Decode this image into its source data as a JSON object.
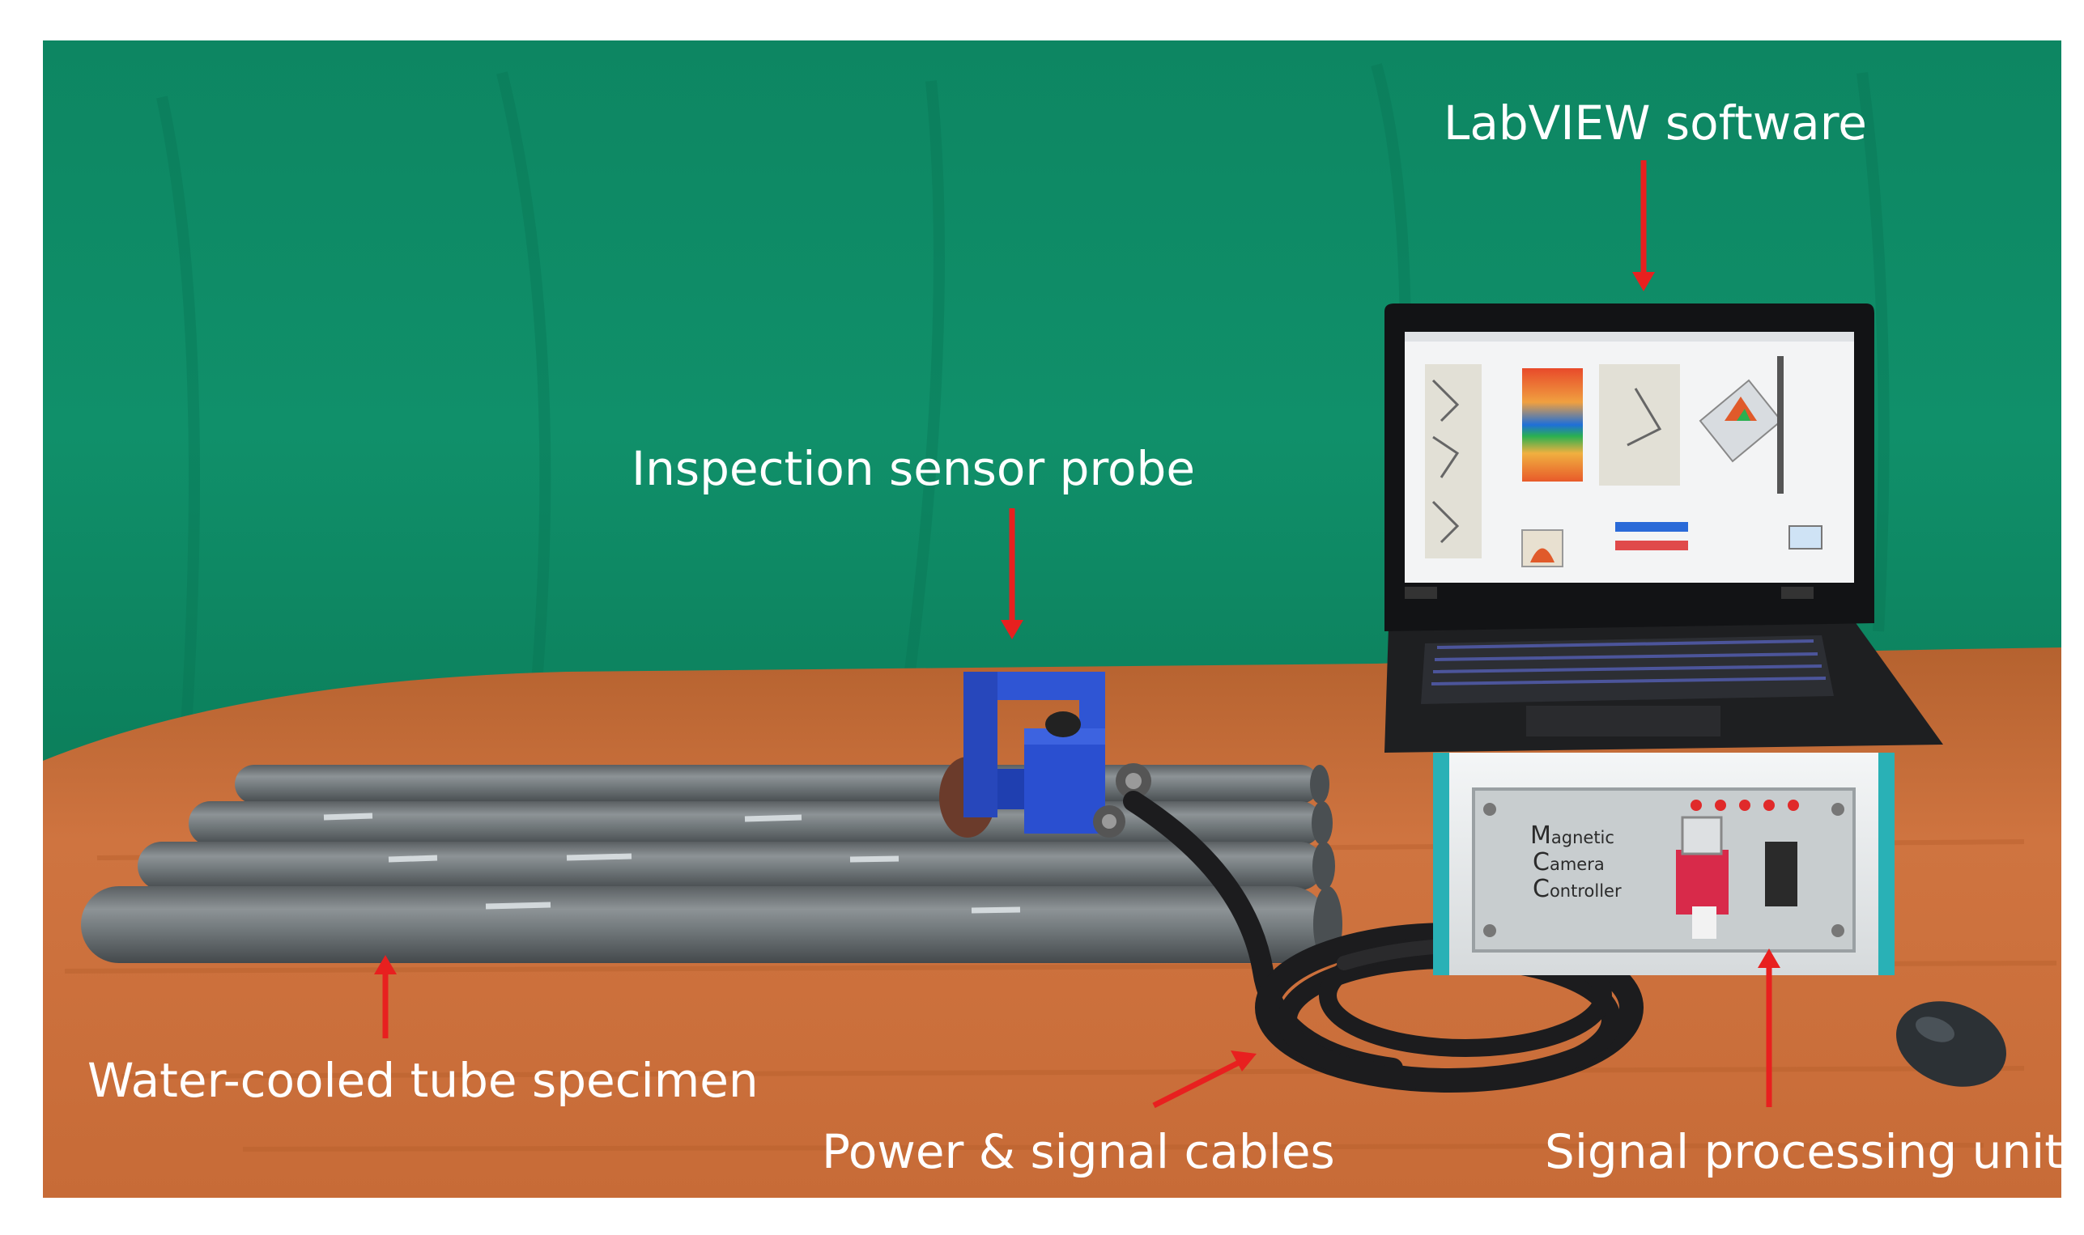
{
  "labels": {
    "labview": "LabVIEW software",
    "probe": "Inspection sensor probe",
    "tube": "Water-cooled tube specimen",
    "cables": "Power & signal cables",
    "spu": "Signal processing unit"
  },
  "device_label": {
    "line1_initial": "M",
    "line1_rest": "agnetic",
    "line2_initial": "C",
    "line2_rest": "amera",
    "line3_initial": "C",
    "line3_rest": "ontroller"
  },
  "colors": {
    "backdrop": "#0e8a63",
    "table": "#c96d3a",
    "arrow": "#e8201f",
    "probe": "#2a4fd0",
    "tube": "#6f7477",
    "laptop": "#1c1d1f"
  }
}
